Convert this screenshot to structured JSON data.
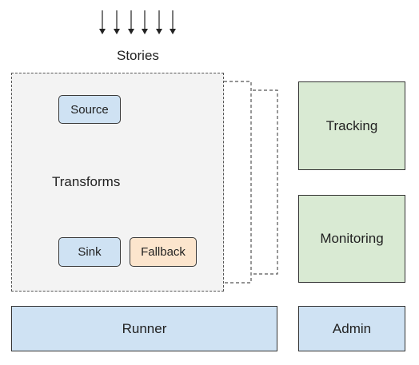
{
  "diagram": {
    "input_label": "Stories",
    "pipeline": {
      "source": "Source",
      "transforms": "Transforms",
      "sink": "Sink",
      "fallback": "Fallback"
    },
    "services": {
      "tracking": "Tracking",
      "monitoring": "Monitoring",
      "runner": "Runner",
      "admin": "Admin"
    },
    "colors": {
      "node_blue": "#cfe2f3",
      "node_orange": "#fce5cd",
      "service_green": "#d9ead3",
      "pipeline_bg": "#f3f3f3"
    }
  }
}
